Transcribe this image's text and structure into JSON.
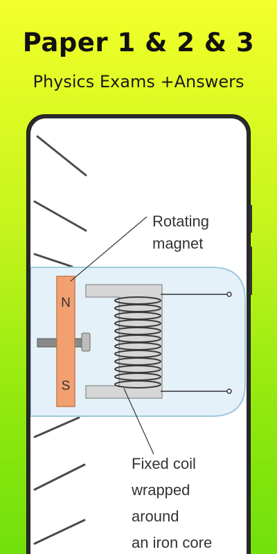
{
  "promo": {
    "headline": "Paper 1 & 2 & 3",
    "subline": "Physics Exams +Answers"
  },
  "diagram": {
    "label_top_line1": "Rotating",
    "label_top_line2": "magnet",
    "pole_north": "N",
    "pole_south": "S",
    "label_bottom_line1": "Fixed coil",
    "label_bottom_line2": "wrapped",
    "label_bottom_line3": "around",
    "label_bottom_line4": "an iron core"
  },
  "colors": {
    "magnet": "#f2a070",
    "tube": "#dcecf5",
    "core": "#d6d6d6"
  }
}
